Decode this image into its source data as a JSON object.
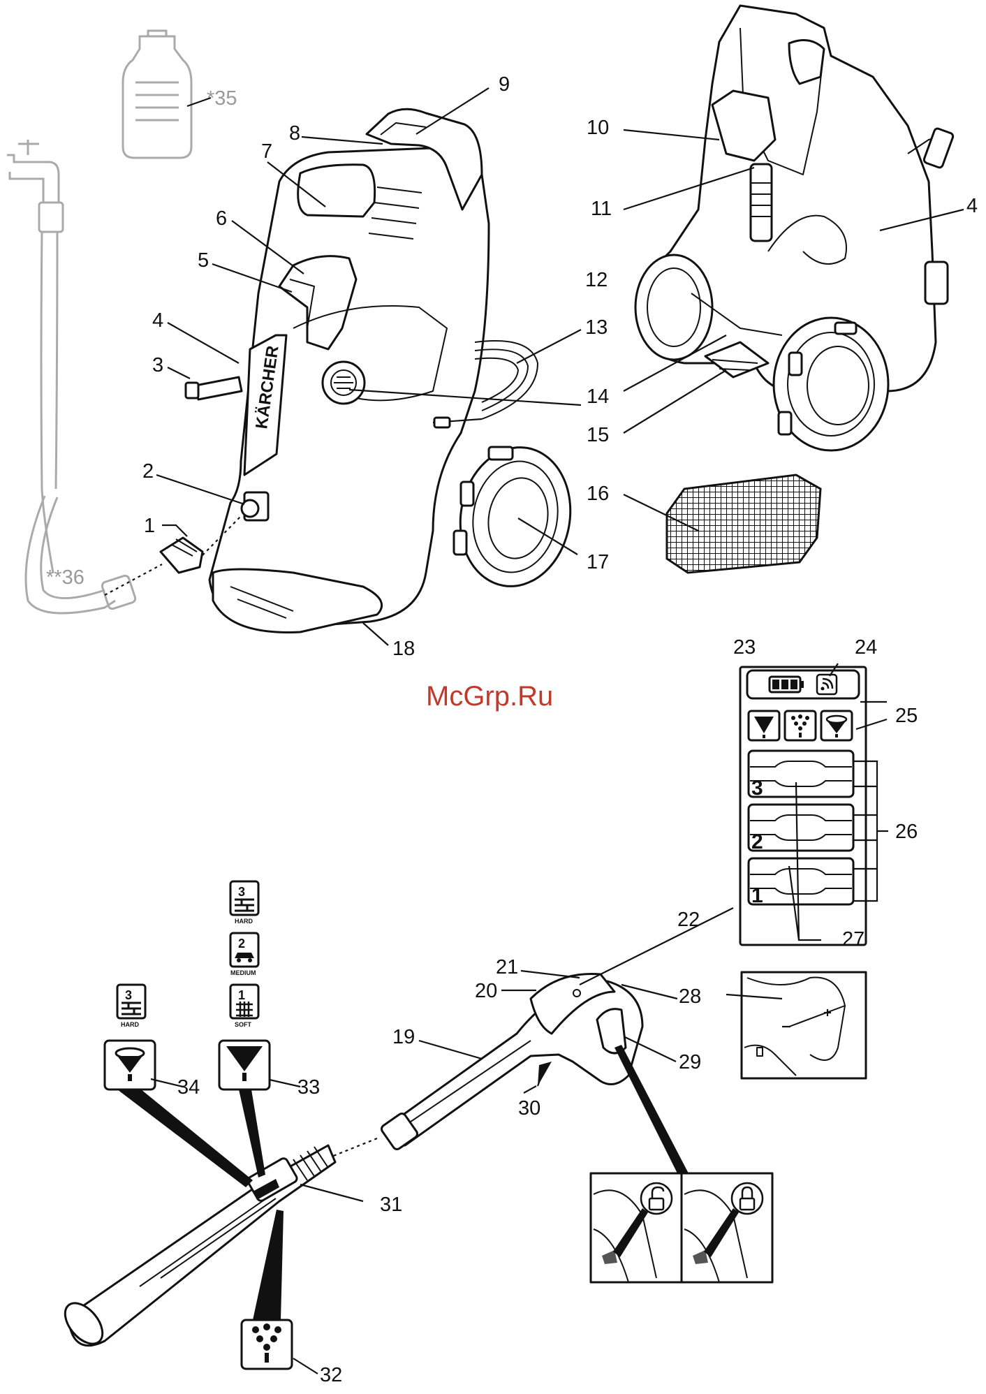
{
  "watermark": "McGrp.Ru",
  "callouts": {
    "n1": "1",
    "n2": "2",
    "n3": "3",
    "n4a": "4",
    "n4b": "4",
    "n5": "5",
    "n6": "6",
    "n7": "7",
    "n8": "8",
    "n9": "9",
    "n10": "10",
    "n11": "11",
    "n12": "12",
    "n13": "13",
    "n14": "14",
    "n15": "15",
    "n16": "16",
    "n17": "17",
    "n18": "18",
    "n19": "19",
    "n20": "20",
    "n21": "21",
    "n22": "22",
    "n23": "23",
    "n24": "24",
    "n25": "25",
    "n26": "26",
    "n27": "27",
    "n28": "28",
    "n29": "29",
    "n30": "30",
    "n31": "31",
    "n32": "32",
    "n33": "33",
    "n34": "34",
    "n35": "*35",
    "n36": "**36"
  },
  "display_panel": {
    "levels": [
      "3",
      "2",
      "1"
    ]
  },
  "brand_on_machine": "KÄRCHER",
  "nozzle_levels": {
    "hard_top": {
      "number": "3",
      "label": "HARD"
    },
    "medium": {
      "number": "2",
      "label": "MEDIUM"
    },
    "soft": {
      "number": "1",
      "label": "SOFT"
    },
    "hard_left": {
      "number": "3",
      "label": "HARD"
    }
  },
  "icons": [
    "battery-icon",
    "wireless-icon",
    "jet-nozzle-icon",
    "spray-nozzle-icon",
    "rotary-nozzle-icon",
    "lock-open-icon",
    "lock-closed-icon",
    "tap-icon",
    "detergent-bottle-icon"
  ]
}
